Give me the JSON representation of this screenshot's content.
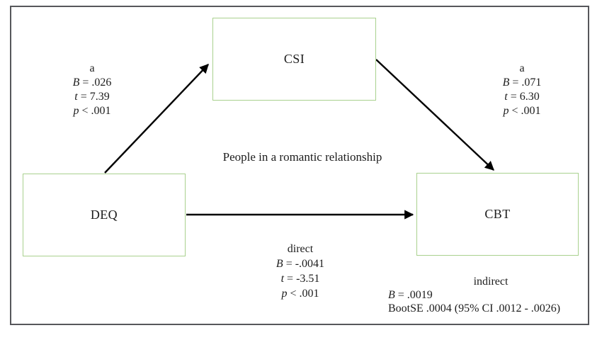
{
  "figure": {
    "background": "#ffffff",
    "frame_border_color": "#56575b",
    "node_border_color": "#a9d18e",
    "arrow_color": "#000000",
    "center_note": "People in a romantic relationship"
  },
  "nodes": {
    "predictor": {
      "label": "DEQ"
    },
    "mediator": {
      "label": "CSI"
    },
    "outcome": {
      "label": "CBT"
    }
  },
  "paths": {
    "a_left": {
      "title": "a",
      "stats": [
        {
          "sym": "B",
          "val": " = .026"
        },
        {
          "sym": "t",
          "val": " = 7.39"
        },
        {
          "sym": "p",
          "val": " < .001"
        }
      ]
    },
    "a_right": {
      "title": "a",
      "stats": [
        {
          "sym": "B",
          "val": " = .071"
        },
        {
          "sym": "t",
          "val": " = 6.30"
        },
        {
          "sym": "p",
          "val": " < .001"
        }
      ]
    },
    "direct": {
      "title": "direct",
      "stats": [
        {
          "sym": "B",
          "val": " = -.0041"
        },
        {
          "sym": "t",
          "val": " = -3.51"
        },
        {
          "sym": "p",
          "val": " < .001"
        }
      ]
    },
    "indirect": {
      "title": "indirect",
      "stats": [
        {
          "sym": "B",
          "val": " = .0019"
        }
      ],
      "boot_line": "BootSE .0004 (95% CI .0012 - .0026)"
    }
  }
}
